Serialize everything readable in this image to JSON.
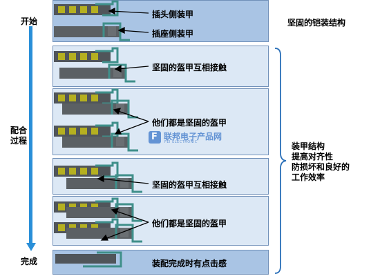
{
  "left_axis": {
    "start": "开始",
    "process": "配合\n过程",
    "end": "完成"
  },
  "panels": [
    {
      "labels": [
        "插头侧装甲",
        "插座侧装甲"
      ],
      "side_title": "坚固的铠装结构"
    },
    {
      "labels": [
        "坚固的盔甲互相接触"
      ]
    },
    {
      "labels": [
        "他们都是坚固的盔甲"
      ]
    },
    {
      "labels": [
        "坚固的盔甲互相接触"
      ]
    },
    {
      "labels": [
        "他们都是坚固的盔甲"
      ]
    },
    {
      "labels": [
        "装配完成时有点击感"
      ]
    }
  ],
  "right_note": {
    "lines": [
      "装甲结构",
      "提高对齐性",
      "防损坏和良好的",
      "工作效率"
    ]
  },
  "watermark": {
    "logo_letter": "F",
    "text": "联邦电子产品网",
    "subtext": "FEI ELECTRONIC"
  },
  "colors": {
    "panel_dark": "#a9c4e4",
    "panel_light": "#dce8f5",
    "arrow": "#2a8fd8",
    "armor_green": "#3f8f8a",
    "contact_yellow": "#b5b020",
    "body_gray": "#555a5e"
  }
}
